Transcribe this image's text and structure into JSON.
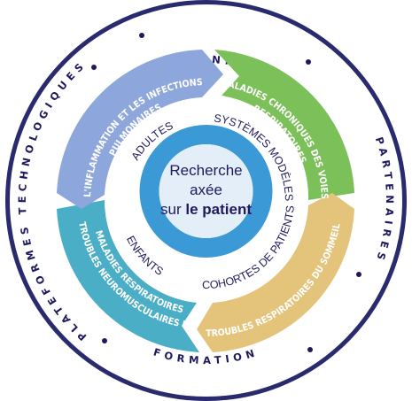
{
  "colors": {
    "navy": "#1f1a5e",
    "ring_border": "#2a2a6e",
    "green": "#7cc05a",
    "tan": "#e4c37a",
    "teal": "#4aaec6",
    "periwinkle": "#8da6db",
    "center_blue": "#3b9ad6",
    "center_fill": "#e3eef8"
  },
  "outer_ring": {
    "top": "PERSONNES",
    "right": "PARTENAIRES",
    "bottom": "FORMATION",
    "left": "PLATEFORMES TECHNOLOGIQUES"
  },
  "segments": {
    "top_left": [
      "L'INFLAMMATION ET LES INFECTIONS",
      "PULMONAIRES"
    ],
    "top_right": [
      "MALADIES CHRONIQUES DES VOIES",
      "RESPIRATOIRES"
    ],
    "bottom_right": "TROUBLES RESPIRATOIRES DU SOMMEIL",
    "bottom_left": [
      "TROUBLES NEUROMUSCULAIRES ET",
      "MALADIES  RESPIRATOIRES"
    ]
  },
  "inner_labels": {
    "adultes": "ADULTES",
    "systemes": "SYSTÈMES MODÈLES",
    "cohortes": "COHORTES DE PATIENTS",
    "enfants": "ENFANTS"
  },
  "center": {
    "line1": "Recherche",
    "line2": "axée",
    "line3_prefix": "sur ",
    "line3_bold": "le patient"
  }
}
